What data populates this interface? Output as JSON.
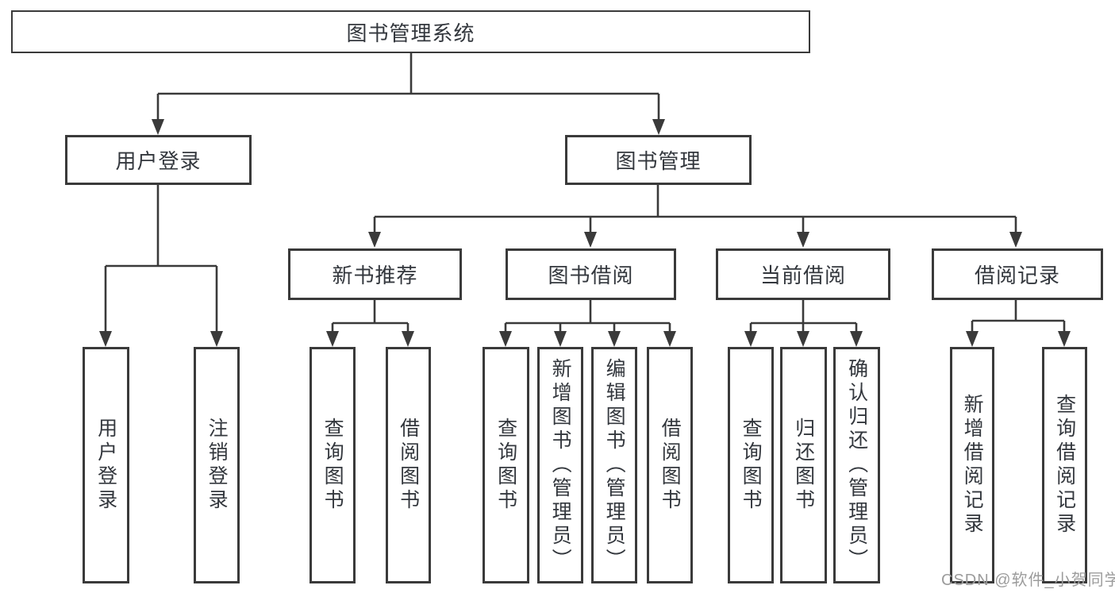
{
  "diagram": {
    "title": "图书管理系统",
    "level2": [
      {
        "id": "user-login",
        "label": "用户登录"
      },
      {
        "id": "book-mgmt",
        "label": "图书管理"
      }
    ],
    "level3": [
      {
        "id": "new-book-recommend",
        "label": "新书推荐",
        "parent": "图书管理"
      },
      {
        "id": "book-borrow",
        "label": "图书借阅",
        "parent": "图书管理"
      },
      {
        "id": "current-borrow",
        "label": "当前借阅",
        "parent": "图书管理"
      },
      {
        "id": "borrow-records",
        "label": "借阅记录",
        "parent": "图书管理"
      }
    ],
    "leaves": [
      {
        "label": "用户登录",
        "parent": "用户登录"
      },
      {
        "label": "注销登录",
        "parent": "用户登录"
      },
      {
        "label": "查询图书",
        "parent": "新书推荐"
      },
      {
        "label": "借阅图书",
        "parent": "新书推荐"
      },
      {
        "label": "查询图书",
        "parent": "图书借阅"
      },
      {
        "label": "新增图书（管理员）",
        "parent": "图书借阅"
      },
      {
        "label": "编辑图书（管理员）",
        "parent": "图书借阅"
      },
      {
        "label": "借阅图书",
        "parent": "图书借阅"
      },
      {
        "label": "查询图书",
        "parent": "当前借阅"
      },
      {
        "label": "归还图书",
        "parent": "当前借阅"
      },
      {
        "label": "确认归还（管理员）",
        "parent": "当前借阅"
      },
      {
        "label": "新增借阅记录",
        "parent": "借阅记录"
      },
      {
        "label": "查询借阅记录",
        "parent": "借阅记录"
      }
    ]
  },
  "watermark": "CSDN @软件_小贺同学",
  "colors": {
    "line": "#3a3a3a",
    "text": "#33373d",
    "box_bg": "#ffffff",
    "background": "#ffffff",
    "watermark": "#9c9c9c"
  }
}
